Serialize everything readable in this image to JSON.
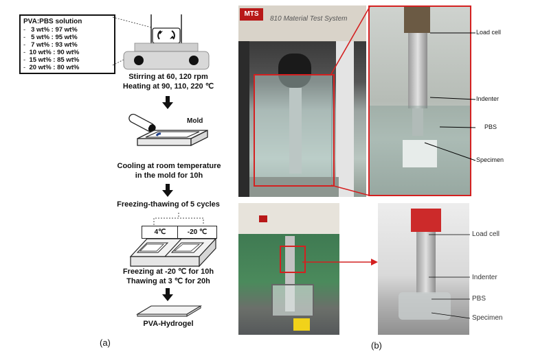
{
  "panel_a": {
    "solution_title": "PVA:PBS solution",
    "ratios": [
      "3 wt% : 97 wt%",
      "5 wt% : 95 wt%",
      "7 wt% : 93 wt%",
      "10 wt% : 90 wt%",
      "15 wt% : 85 wt%",
      "20 wt% : 80 wt%"
    ],
    "bullet": "-",
    "step1_line1": "Stirring at 60, 120 rpm",
    "step1_line2": "Heating at 90, 110, 220 ℃",
    "mold_label": "Mold",
    "step2_line1": "Cooling at room temperature",
    "step2_line2": "in the mold for 10h",
    "step3_title": "Freezing-thawing of 5 cycles",
    "temp_left": "4℃",
    "temp_right": "-20 ℃",
    "step4_line1": "Freezing at -20 ℃ for 10h",
    "step4_line2": "Thawing at 3 ℃ for 20h",
    "final_label": "PVA-Hydrogel",
    "caption": "(a)"
  },
  "panel_b": {
    "machine_brand": "MTS",
    "machine_name": "810 Material Test System",
    "top_labels": [
      "Load cell",
      "Indenter",
      "PBS",
      "Specimen"
    ],
    "bottom_labels": [
      "Load cell",
      "Indenter",
      "PBS",
      "Specimen"
    ],
    "caption": "(b)"
  },
  "colors": {
    "highlight_red": "#d42020",
    "arrow_black": "#111111"
  }
}
